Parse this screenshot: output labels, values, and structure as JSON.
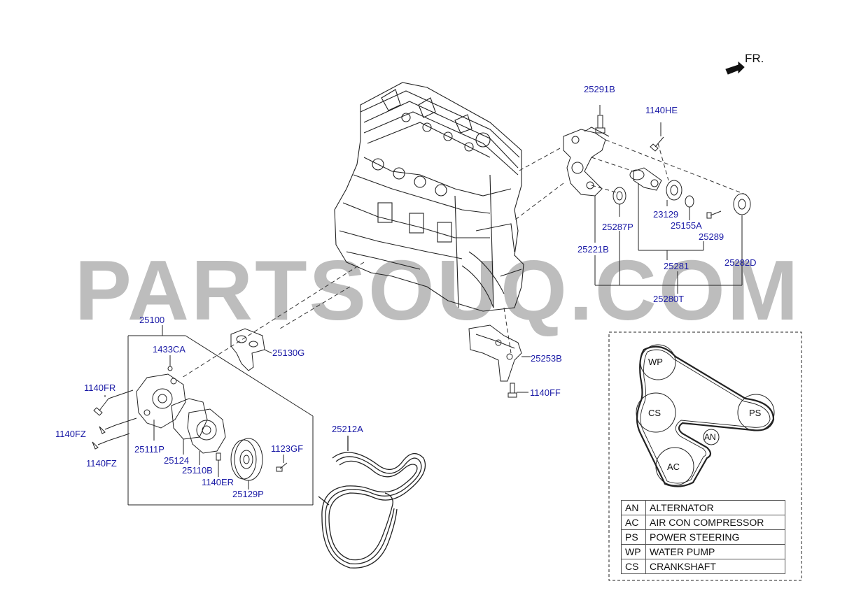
{
  "watermark": "PARTSOUQ.COM",
  "direction_label": "FR.",
  "part_labels": {
    "p25291B": "25291B",
    "p1140HE": "1140HE",
    "p23129": "23129",
    "p25155A": "25155A",
    "p25287P": "25287P",
    "p25289": "25289",
    "p25221B": "25221B",
    "p25281": "25281",
    "p25282D": "25282D",
    "p25280T": "25280T",
    "p25100": "25100",
    "p1433CA": "1433CA",
    "p25130G": "25130G",
    "p25253B": "25253B",
    "p1140FF": "1140FF",
    "p1140FR": "1140FR",
    "p1140FZ_a": "1140FZ",
    "p1140FZ_b": "1140FZ",
    "p25111P": "25111P",
    "p25124": "25124",
    "p25110B": "25110B",
    "p1140ER": "1140ER",
    "p25129P": "25129P",
    "p1123GF": "1123GF",
    "p25212A": "25212A"
  },
  "pulleys": {
    "wp": "WP",
    "cs": "CS",
    "ps": "PS",
    "an": "AN",
    "ac": "AC"
  },
  "legend": [
    {
      "code": "AN",
      "name": "ALTERNATOR"
    },
    {
      "code": "AC",
      "name": "AIR CON COMPRESSOR"
    },
    {
      "code": "PS",
      "name": "POWER STEERING"
    },
    {
      "code": "WP",
      "name": "WATER PUMP"
    },
    {
      "code": "CS",
      "name": "CRANKSHAFT"
    }
  ],
  "colors": {
    "label": "#1a1aa6",
    "line": "#222222",
    "watermark": "#bdbdbd"
  }
}
